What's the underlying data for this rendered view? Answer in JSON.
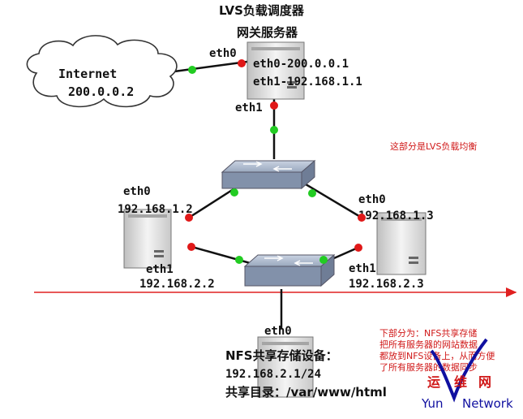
{
  "gateway": {
    "title": "LVS负载调度器",
    "subtitle": "网关服务器",
    "eth0_label": "eth0",
    "eth0_addr": "eth0-200.0.0.1",
    "eth1_addr": "eth1-192.168.1.1",
    "eth1_label": "eth1"
  },
  "internet": {
    "name": "Internet",
    "ip": "200.0.0.2"
  },
  "note_lvs": "这部分是LVS负载均衡",
  "left_server": {
    "eth0_label": "eth0",
    "eth0_ip": "192.168.1.2",
    "eth1_label": "eth1",
    "eth1_ip": "192.168.2.2"
  },
  "right_server": {
    "eth0_label": "eth0",
    "eth0_ip": "192.168.1.3",
    "eth1_label": "eth1",
    "eth1_ip": "192.168.2.3"
  },
  "nfs": {
    "eth0_label": "eth0",
    "title": "NFS共享存储设备：",
    "ip": "192.168.2.1/24",
    "share": "共享目录：/var/www/html"
  },
  "note_nfs": {
    "line1": "下部分为：NFS共享存储",
    "line2": "把所有服务器的网站数据",
    "line3": "都放到NFS设备上，从而方便",
    "line4": "了所有服务器的数据同步"
  },
  "watermark": {
    "cn_left": "运",
    "cn_mid": "维",
    "cn_right": "网",
    "en_left": "Yun",
    "en_right": "Network"
  },
  "colors": {
    "link": "#111111",
    "port_red": "#e01818",
    "port_green": "#22cc22",
    "divider": "#e02020",
    "note": "#d01818",
    "watermark": "#1010a0"
  }
}
